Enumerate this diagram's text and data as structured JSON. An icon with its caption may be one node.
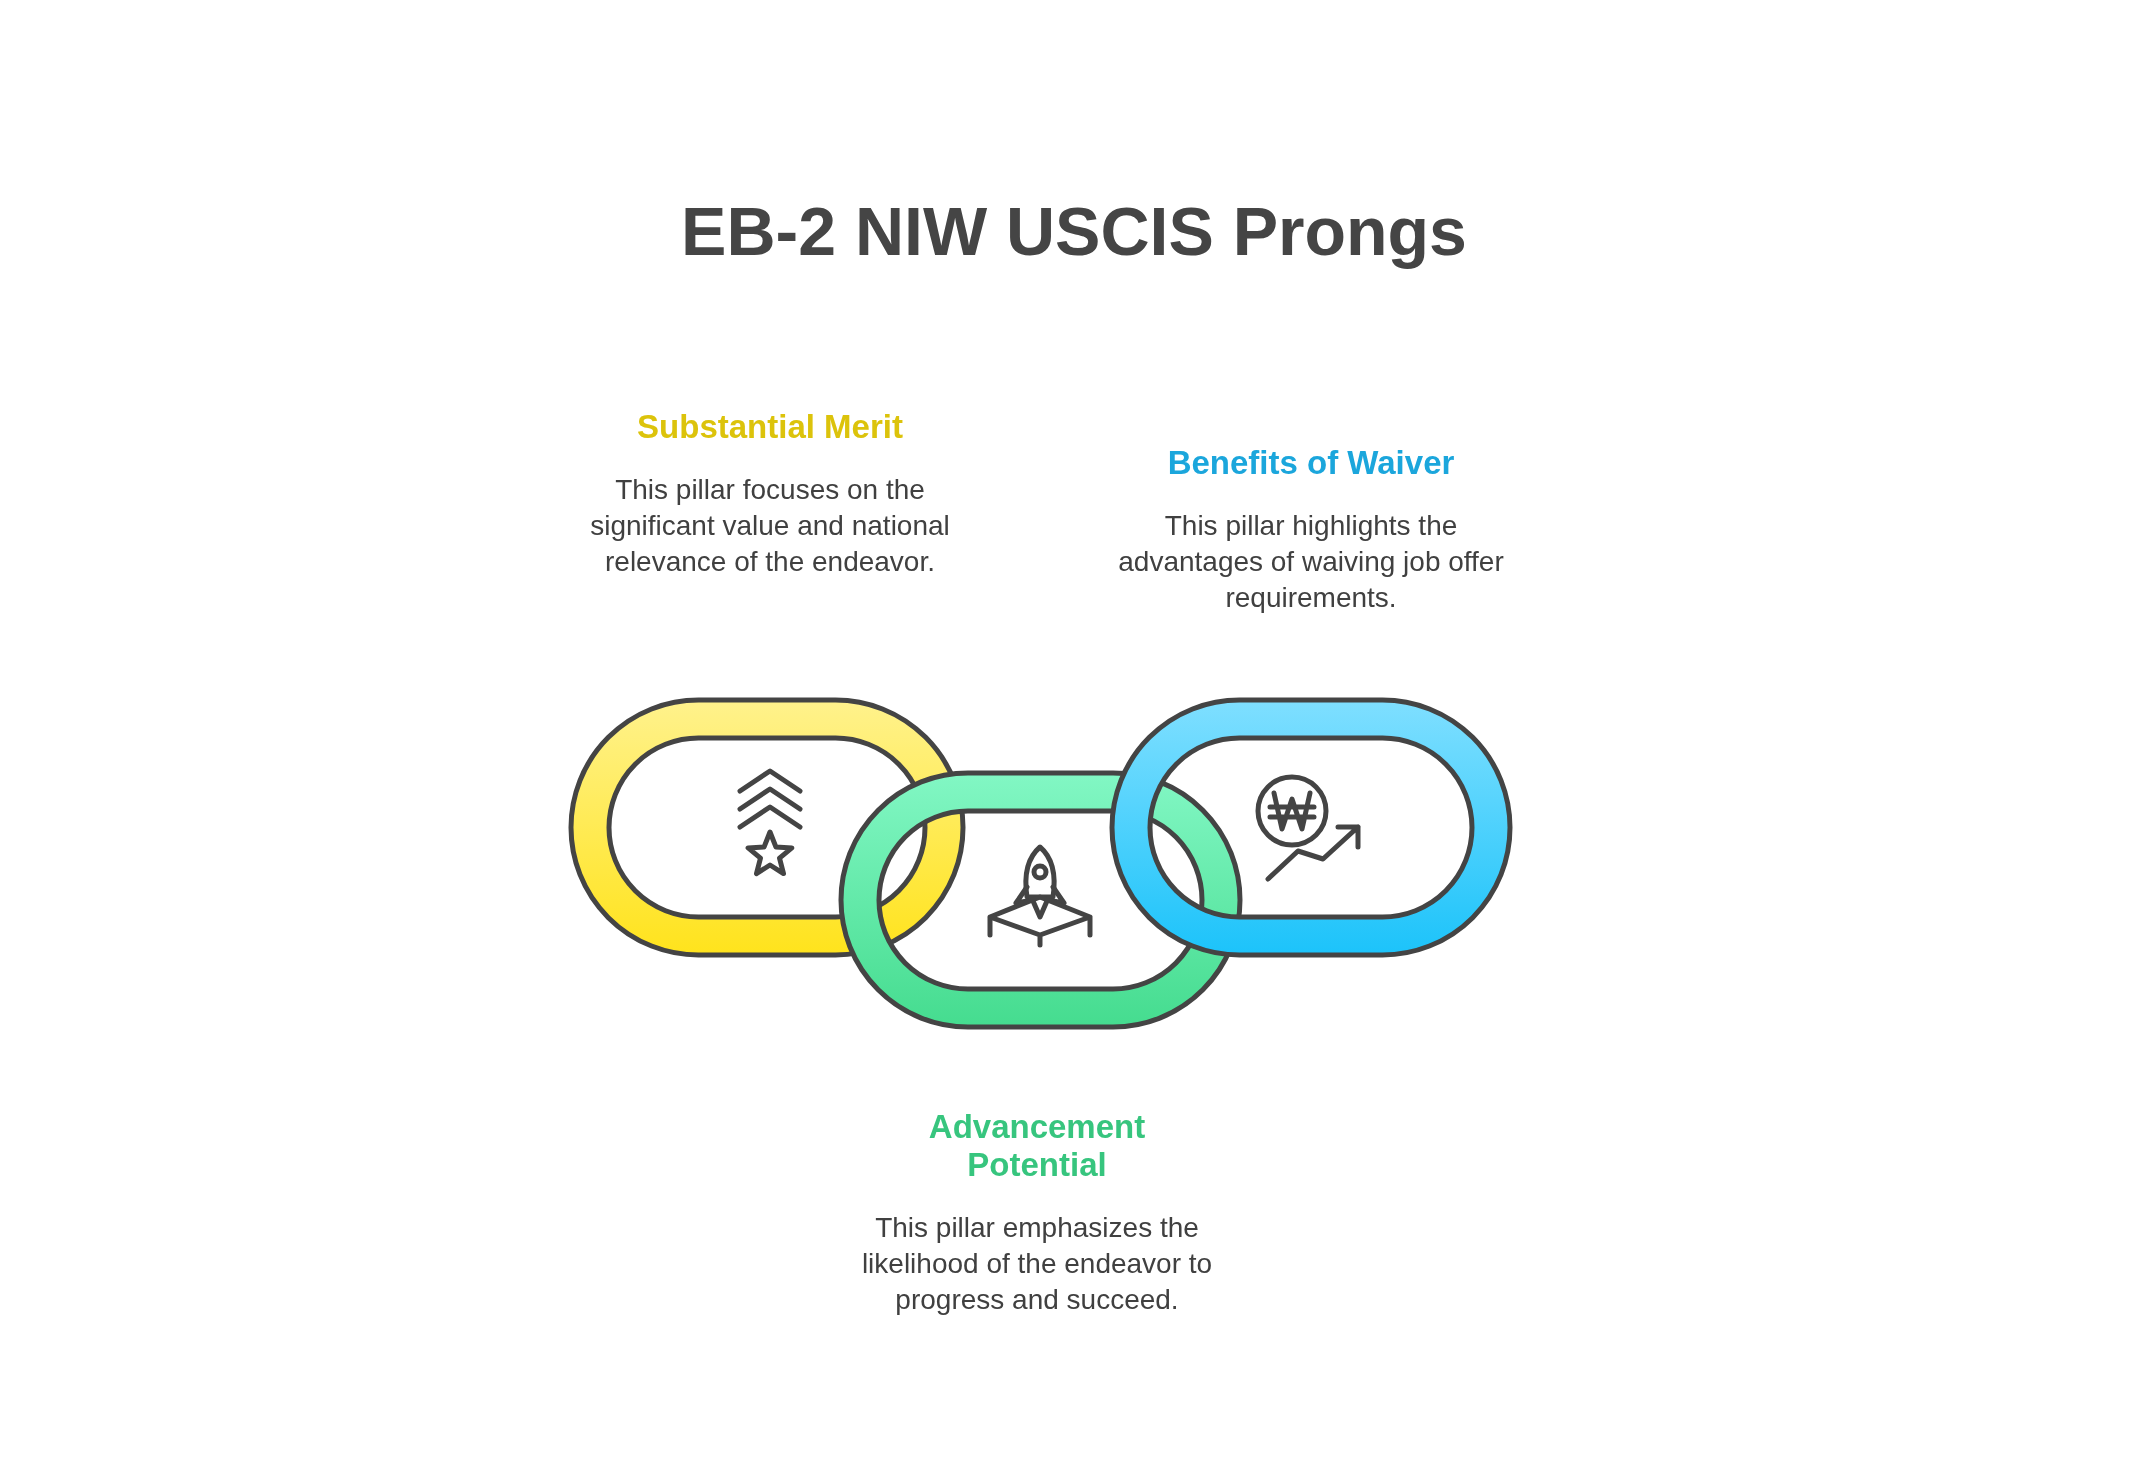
{
  "diagram": {
    "title": "EB-2 NIW USCIS Prongs",
    "nodes": [
      {
        "text": [
          "Substantial Merit",
          "This pillar focuses on the significant value and national relevance of the endeavor."
        ]
      },
      {
        "text": [
          "Benefits of Waiver",
          "This pillar highlights the advantages of waiving job offer requirements."
        ]
      },
      {
        "text": [
          "Advancement Potential",
          "This pillar emphasizes the likelihood of the endeavor to progress and succeed."
        ]
      }
    ]
  }
}
